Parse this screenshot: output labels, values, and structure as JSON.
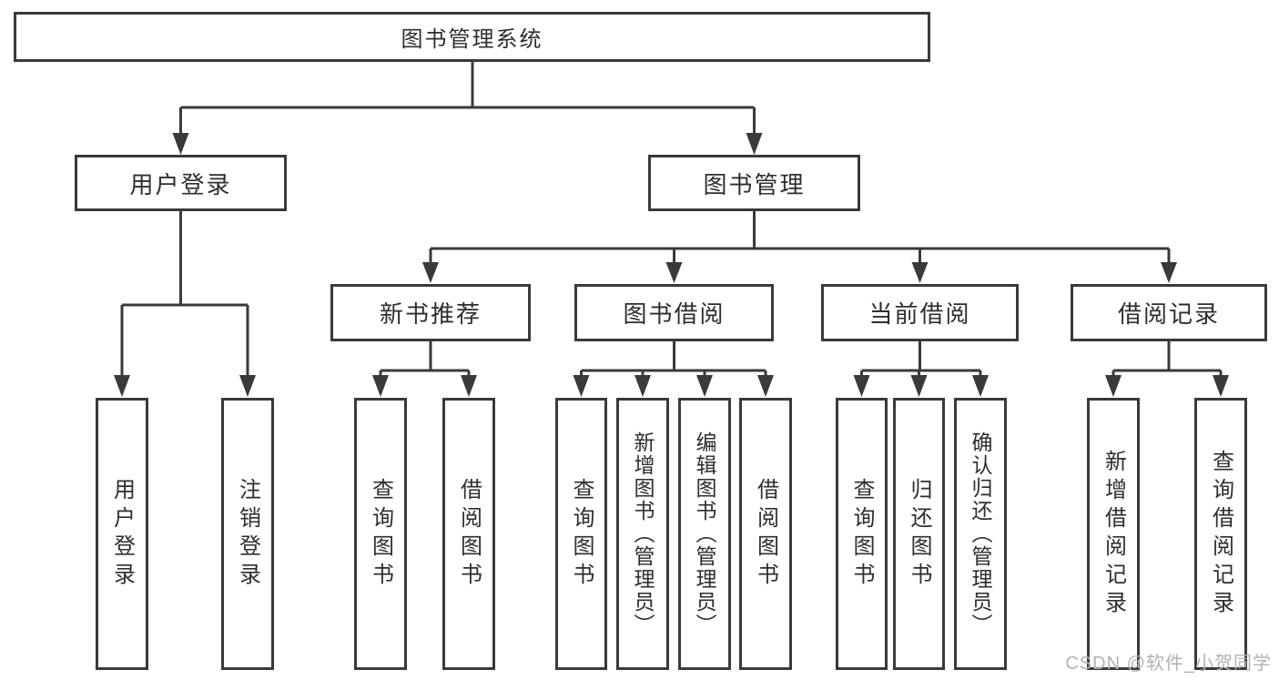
{
  "colors": {
    "line": "#3a3a3a",
    "text": "#2e2e2e",
    "watermark": "#b3b3b3",
    "background": "#ffffff"
  },
  "watermark": "CSDN @软件_小贺同学",
  "tree": {
    "root": {
      "label": "图书管理系统",
      "children": [
        {
          "label": "用户登录",
          "children": [
            "用户登录",
            "注销登录"
          ]
        },
        {
          "label": "图书管理",
          "children": [
            {
              "label": "新书推荐",
              "children": [
                "查询图书",
                "借阅图书"
              ]
            },
            {
              "label": "图书借阅",
              "children": [
                "查询图书",
                "新增图书（管理员）",
                "编辑图书（管理员）",
                "借阅图书"
              ]
            },
            {
              "label": "当前借阅",
              "children": [
                "查询图书",
                "归还图书",
                "确认归还（管理员）"
              ]
            },
            {
              "label": "借阅记录",
              "children": [
                "新增借阅记录",
                "查询借阅记录"
              ]
            }
          ]
        }
      ]
    }
  }
}
